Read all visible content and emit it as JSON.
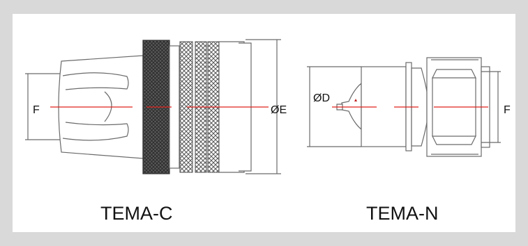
{
  "colors": {
    "frame": "#d9d9d9",
    "centerline": "#e0201c",
    "outline": "#6a6a6a",
    "knurl_dark": "#444444",
    "body_fill": "#ffffff"
  },
  "left_coupler": {
    "caption": "TEMA-C",
    "dim_thread": "F",
    "dim_outer": "ØE"
  },
  "right_coupler": {
    "caption": "TEMA-N",
    "dim_body": "ØD",
    "dim_thread": "F"
  }
}
